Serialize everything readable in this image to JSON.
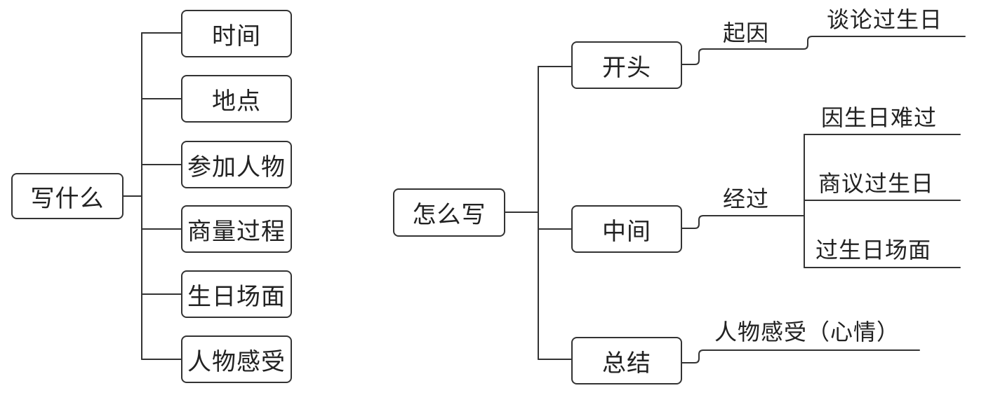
{
  "left_tree": {
    "root": "写什么",
    "items": [
      "时间",
      "地点",
      "参加人物",
      "商量过程",
      "生日场面",
      "人物感受"
    ]
  },
  "right_tree": {
    "root": "怎么写",
    "sections": [
      {
        "label": "开头",
        "branch": "起因",
        "leaves": [
          "谈论过生日"
        ]
      },
      {
        "label": "中间",
        "branch": "经过",
        "leaves": [
          "因生日难过",
          "商议过生日",
          "过生日场面"
        ]
      },
      {
        "label": "总结",
        "branch": "",
        "leaves": [
          "人物感受（心情）"
        ]
      }
    ]
  }
}
